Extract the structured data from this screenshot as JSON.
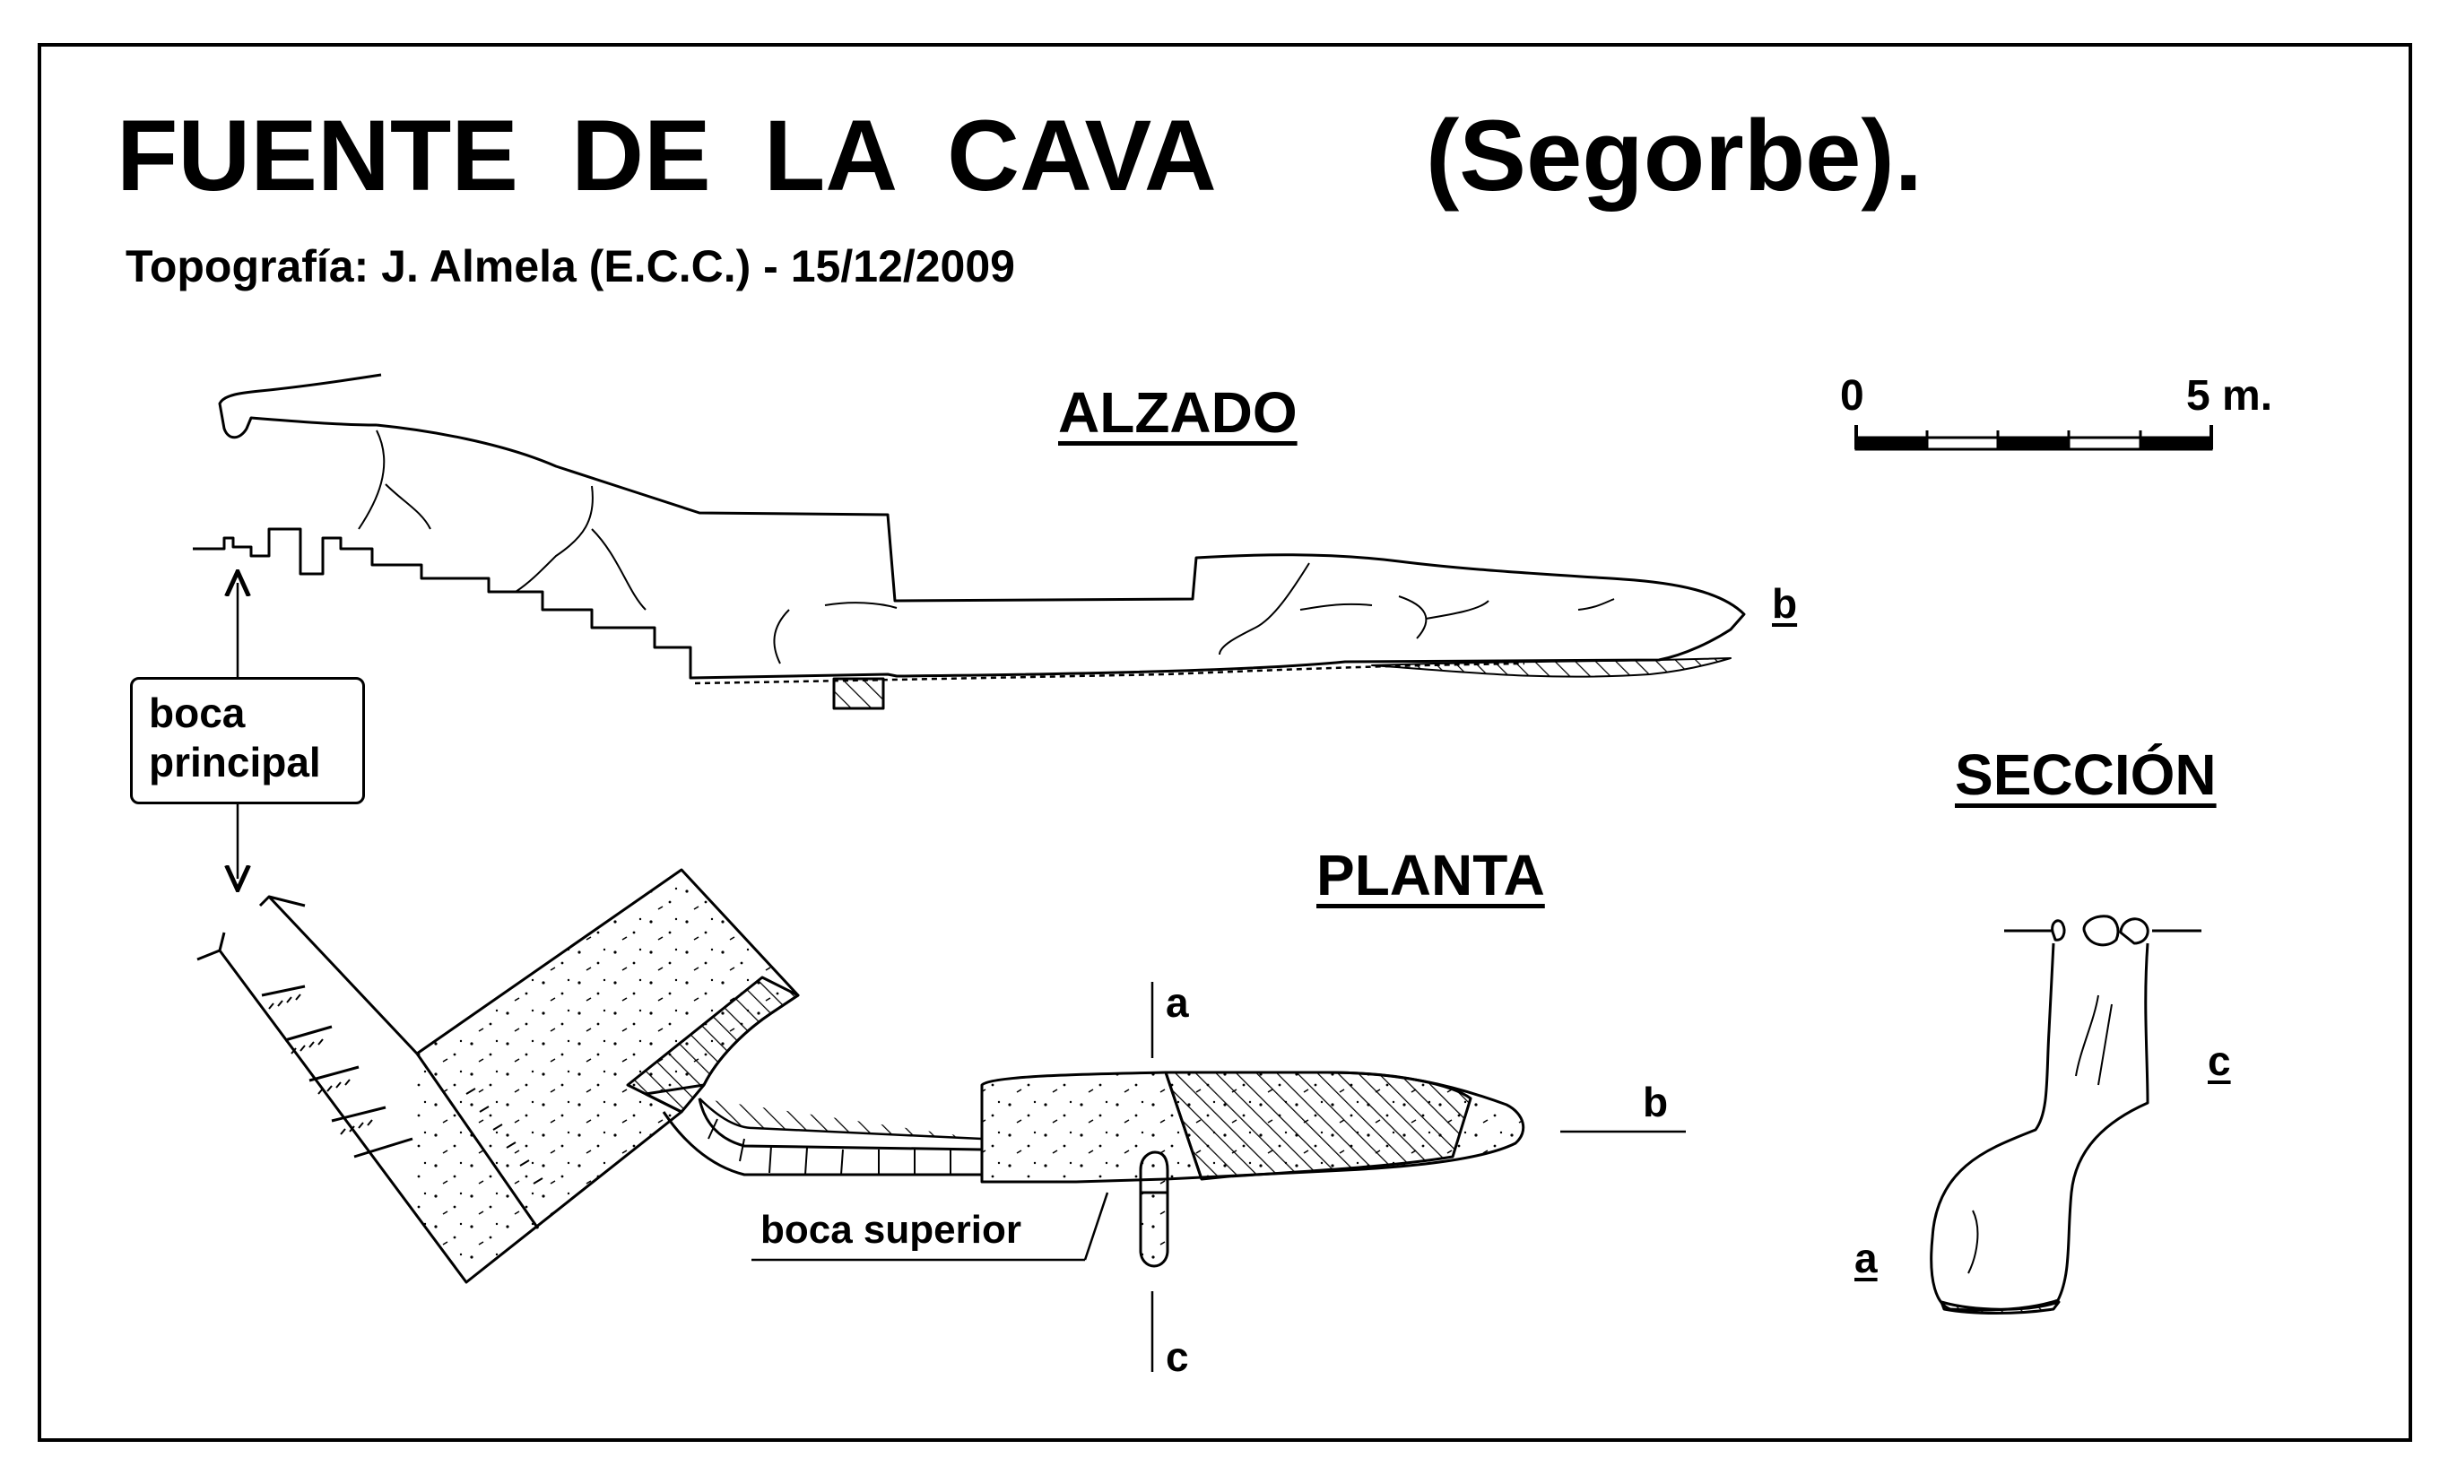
{
  "title": "FUENTE  DE  LA  CAVA",
  "subtitle": "(Segorbe).",
  "credits": "Topografía:  J. Almela  (E.C.C.)     -     15/12/2009",
  "headings": {
    "alzado": "ALZADO",
    "planta": "PLANTA",
    "seccion": "SECCIÓN"
  },
  "scale_bar": {
    "start_label": "0",
    "end_label": "5 m."
  },
  "labels": {
    "boca_principal_line1": "boca",
    "boca_principal_line2": "principal",
    "boca_superior": "boca superior",
    "section_a": "a",
    "section_b": "b",
    "section_c": "c"
  }
}
